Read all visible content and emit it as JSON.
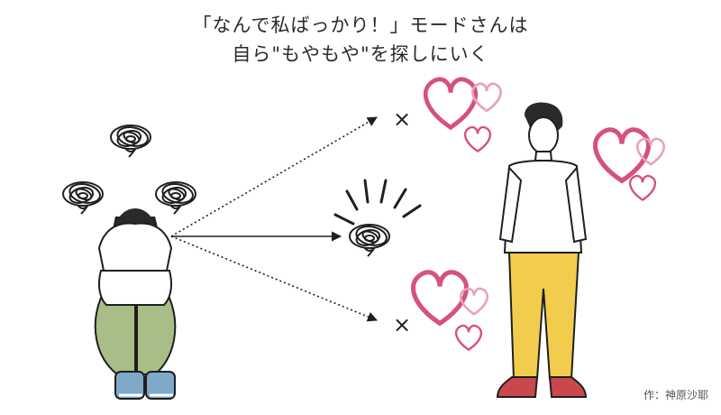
{
  "title": {
    "line1": "「なんで私ばっかり！」モードさんは",
    "line2": "自ら\"もやもや\"を探しにいく"
  },
  "marks": {
    "top": "×",
    "bottom": "×"
  },
  "credit": "作：神原沙耶",
  "colors": {
    "heart": "#d6517c",
    "heart_light": "#e9a2b9",
    "pants_woman": "#a8be86",
    "pants_man": "#f2cd4d",
    "shoes_woman": "#7fa8c9",
    "shoes_man": "#c9484e",
    "line": "#1f1f1f"
  },
  "icons": [
    "scribble-icon",
    "heart-icon",
    "burst-icon",
    "arrow-icon"
  ]
}
